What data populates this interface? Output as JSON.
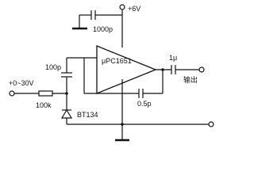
{
  "schematic": {
    "supply_label": "+6V",
    "bypass_cap_label": "1000p",
    "opamp_label": "μPC1651",
    "input_cap_label": "100p",
    "input_range_label": "+0~30V",
    "resistor_label": "100k",
    "diode_label": "BT134",
    "feedback_cap_label": "0.5p",
    "output_cap_label": "1μ",
    "output_label": "输出"
  }
}
